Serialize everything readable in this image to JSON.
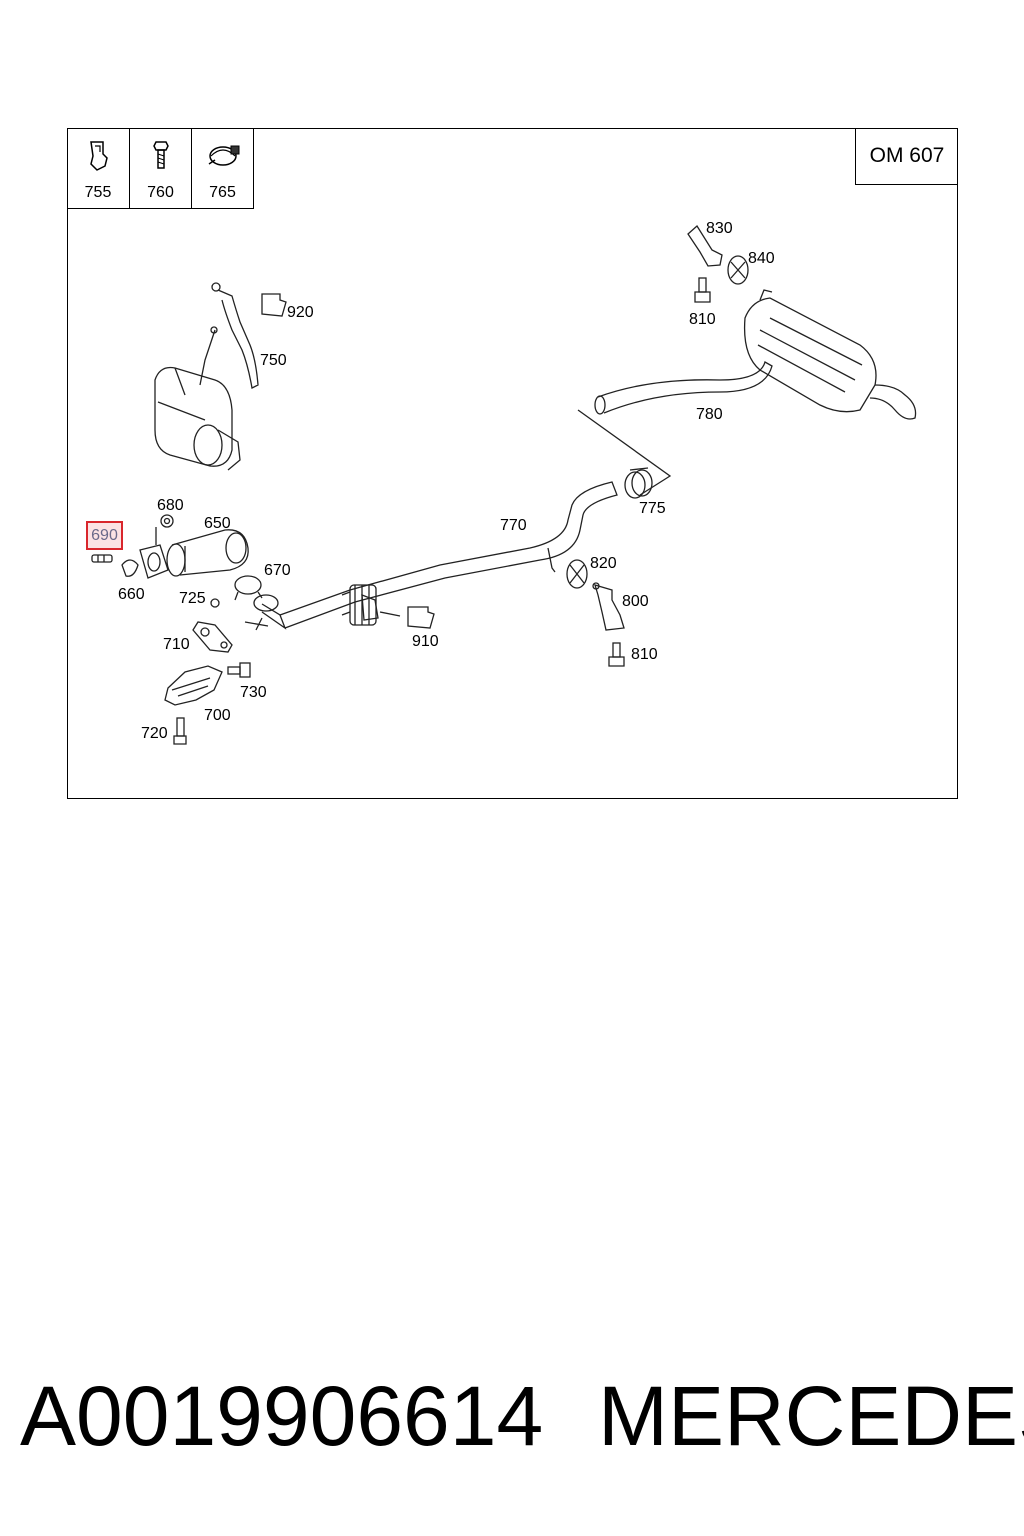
{
  "legend": [
    {
      "number": "755",
      "icon": "clip-icon"
    },
    {
      "number": "760",
      "icon": "bolt-icon"
    },
    {
      "number": "765",
      "icon": "clamp-icon"
    }
  ],
  "model": "OM 607",
  "callouts": {
    "c830": "830",
    "c840": "840",
    "c810a": "810",
    "c920": "920",
    "c750": "750",
    "c780": "780",
    "c775": "775",
    "c680": "680",
    "c650": "650",
    "c770": "770",
    "c820": "820",
    "c660": "660",
    "c670": "670",
    "c800": "800",
    "c725": "725",
    "c910": "910",
    "c710": "710",
    "c810b": "810",
    "c730": "730",
    "c700": "700",
    "c720": "720"
  },
  "highlight": "690",
  "footer": {
    "part_number": "A0019906614",
    "brand": "MERCEDES"
  }
}
